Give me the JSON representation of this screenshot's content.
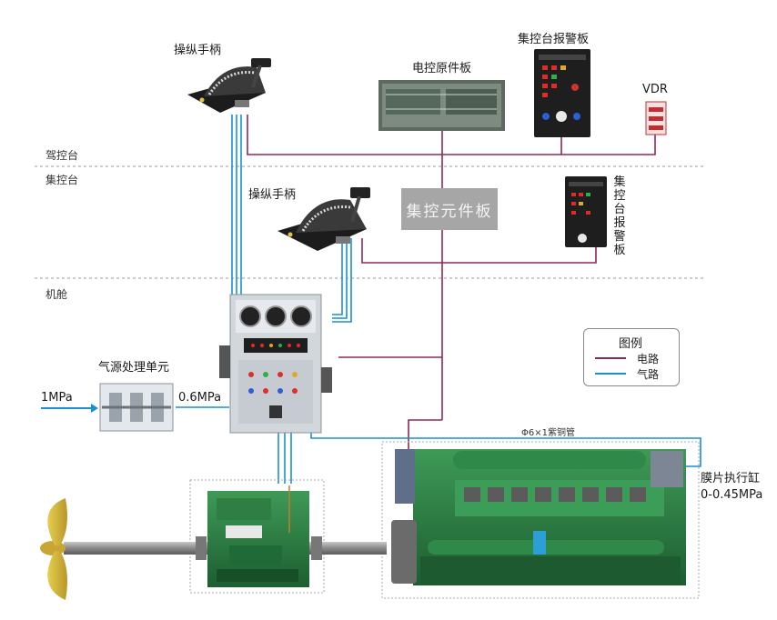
{
  "zones": {
    "bridge": "驾控台",
    "control_room": "集控台",
    "engine_room": "机舱"
  },
  "labels": {
    "bridge_lever": "操纵手柄",
    "elec_panel": "电控原件板",
    "bridge_alarm_panel": "集控台报警板",
    "vdr": "VDR",
    "control_lever": "操纵手柄",
    "control_element_board": "集控元件板",
    "control_alarm_panel_chars": [
      "集",
      "控",
      "台",
      "报",
      "警",
      "板"
    ],
    "air_unit": "气源处理单元",
    "inlet_pressure": "1MPa",
    "outlet_pressure": "0.6MPa",
    "copper_pipe": "Φ6×1紫铜管",
    "actuator": "膜片执行缸",
    "actuator_range": "0-0.45MPa"
  },
  "legend": {
    "title": "图例",
    "items": [
      {
        "label": "电路",
        "color": "#8b2a5a"
      },
      {
        "label": "气路",
        "color": "#1a8fd0"
      }
    ]
  }
}
